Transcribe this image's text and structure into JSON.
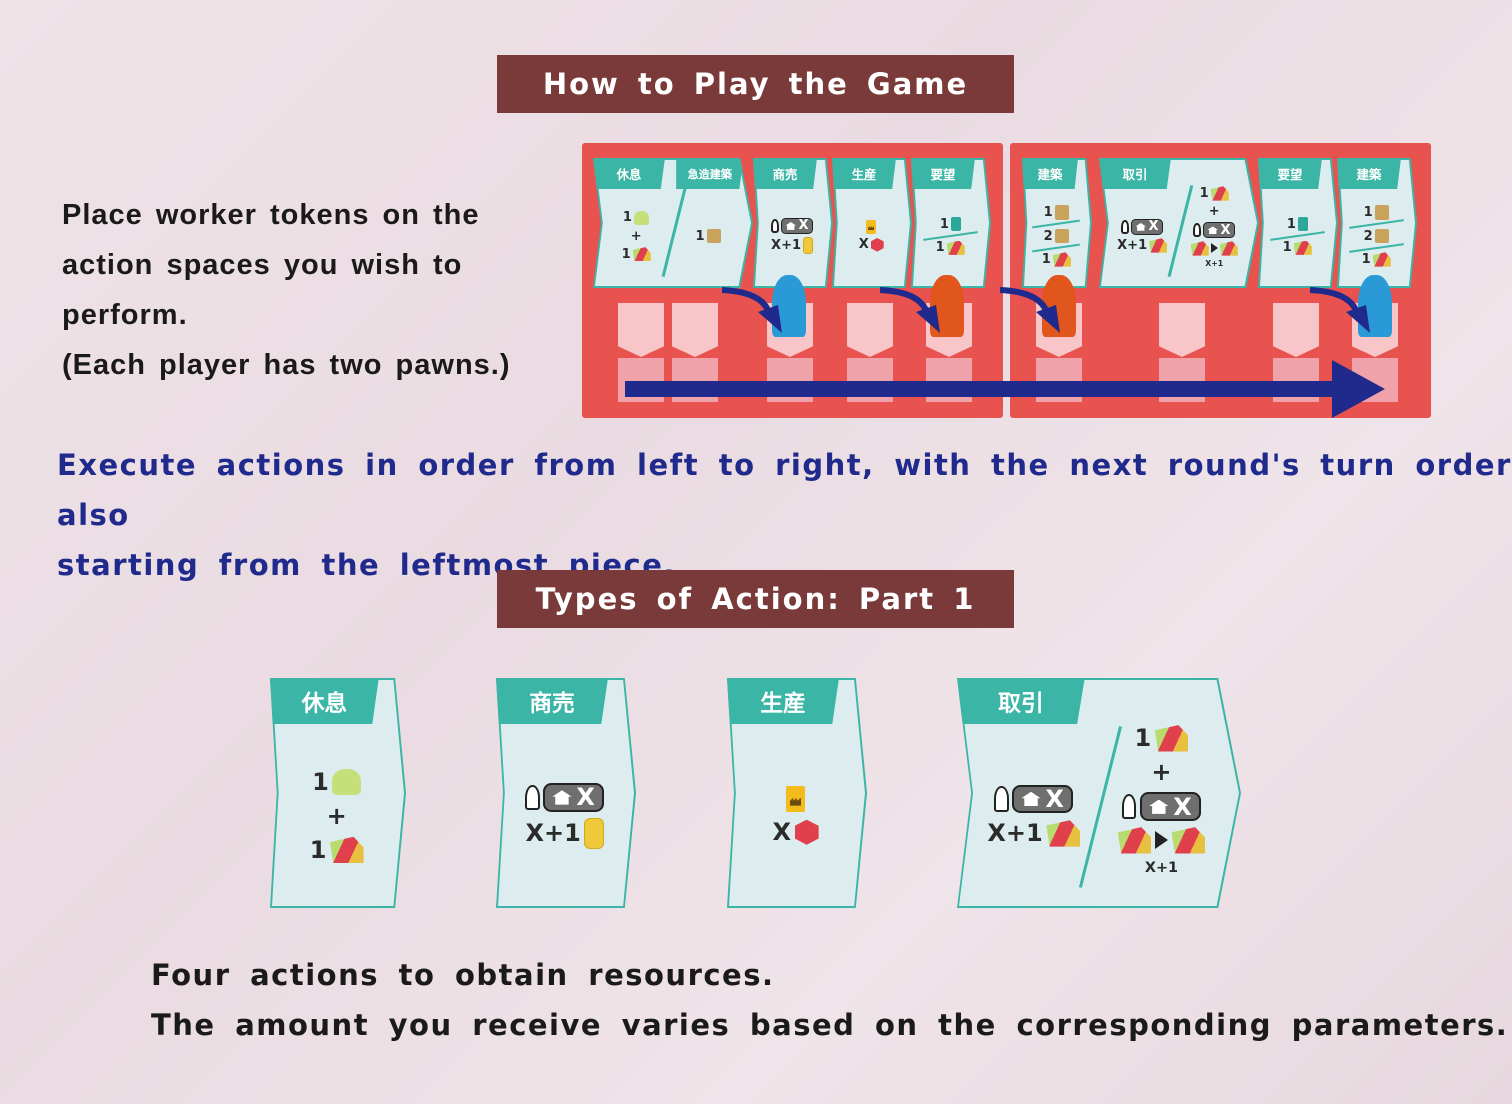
{
  "banners": {
    "how_to_play": "How to Play the Game",
    "types_part1": "Types of Action: Part 1"
  },
  "intro": {
    "lines": [
      "Place worker tokens on the",
      "action spaces you wish to",
      "perform.",
      "(Each player has two pawns.)"
    ]
  },
  "order": {
    "lines": [
      "Execute actions in order from left to right, with the next round's turn order also",
      "starting from the leftmost piece."
    ]
  },
  "footer": {
    "lines": [
      "Four actions to obtain resources.",
      "The amount you receive varies based on the corresponding parameters."
    ]
  },
  "colors": {
    "banner": "#7b3a3a",
    "board": "#e8524f",
    "teal": "#3bb5a5",
    "arrow": "#1f2a8c",
    "blue_pawn": "#2a9ad6",
    "orange_pawn": "#e0561c"
  },
  "board": {
    "cards": [
      {
        "title": "休息",
        "title2": "急造建築",
        "lines": [
          [
            {
              "t": "1"
            },
            {
              "i": "meeple"
            }
          ],
          [
            {
              "t": "+"
            }
          ],
          [
            {
              "t": "1"
            },
            {
              "i": "mixed"
            }
          ]
        ],
        "lines2": [
          [
            {
              "t": "1"
            },
            {
              "i": "wood"
            }
          ]
        ]
      },
      {
        "title": "商売",
        "lines": [
          [
            {
              "i": "pawn"
            },
            {
              "b": "X"
            }
          ],
          [
            {
              "t": "X+1"
            },
            {
              "i": "gold"
            }
          ]
        ]
      },
      {
        "title": "生産",
        "lines": [
          [
            {
              "i": "factory"
            }
          ],
          [
            {
              "t": "X"
            },
            {
              "i": "cube"
            }
          ]
        ]
      },
      {
        "title": "要望",
        "lines": [
          [
            {
              "t": "1"
            },
            {
              "i": "cardi"
            }
          ],
          [
            {
              "hr": 1
            }
          ],
          [
            {
              "t": "1"
            },
            {
              "i": "mixed"
            }
          ]
        ]
      },
      {
        "title": "建築",
        "lines": [
          [
            {
              "t": "1"
            },
            {
              "i": "wood"
            }
          ],
          [
            {
              "hr": 1
            }
          ],
          [
            {
              "t": "2"
            },
            {
              "i": "wood"
            }
          ],
          [
            {
              "hr": 1
            }
          ],
          [
            {
              "t": "1"
            },
            {
              "i": "mixed"
            }
          ]
        ]
      },
      {
        "title": "取引",
        "lines": [
          [
            {
              "i": "pawn"
            },
            {
              "b": "X"
            }
          ],
          [
            {
              "t": "X+1"
            },
            {
              "i": "mixed"
            }
          ]
        ],
        "lines2": [
          [
            {
              "t": "1"
            },
            {
              "i": "mixed"
            }
          ],
          [
            {
              "t": "+"
            }
          ],
          [
            {
              "i": "pawn"
            },
            {
              "b": "X"
            }
          ],
          [
            {
              "i": "mixedbox"
            },
            {
              "i": "tri"
            },
            {
              "i": "mixed"
            }
          ],
          [
            {
              "s": "X+1"
            }
          ]
        ]
      },
      {
        "title": "要望",
        "lines": [
          [
            {
              "t": "1"
            },
            {
              "i": "cardi"
            }
          ],
          [
            {
              "hr": 1
            }
          ],
          [
            {
              "t": "1"
            },
            {
              "i": "mixed"
            }
          ]
        ]
      },
      {
        "title": "建築",
        "lines": [
          [
            {
              "t": "1"
            },
            {
              "i": "wood"
            }
          ],
          [
            {
              "hr": 1
            }
          ],
          [
            {
              "t": "2"
            },
            {
              "i": "wood"
            }
          ],
          [
            {
              "hr": 1
            }
          ],
          [
            {
              "t": "1"
            },
            {
              "i": "mixed"
            }
          ]
        ]
      }
    ]
  },
  "action_cards": [
    {
      "title": "休息",
      "lines": [
        [
          {
            "t": "1"
          },
          {
            "i": "meeple"
          }
        ],
        [
          {
            "t": "+"
          }
        ],
        [
          {
            "t": "1"
          },
          {
            "i": "mixed"
          }
        ]
      ]
    },
    {
      "title": "商売",
      "lines": [
        [
          {
            "i": "pawn"
          },
          {
            "b": "X"
          }
        ],
        [
          {
            "t": "X+1"
          },
          {
            "i": "gold"
          }
        ]
      ]
    },
    {
      "title": "生産",
      "lines": [
        [
          {
            "i": "factory"
          }
        ],
        [
          {
            "t": "X"
          },
          {
            "i": "cube"
          }
        ]
      ]
    },
    {
      "title": "取引",
      "lines": [
        [
          {
            "i": "pawn"
          },
          {
            "b": "X"
          }
        ],
        [
          {
            "t": "X+1"
          },
          {
            "i": "mixed"
          }
        ]
      ],
      "lines2": [
        [
          {
            "t": "1"
          },
          {
            "i": "mixed"
          }
        ],
        [
          {
            "t": "+"
          }
        ],
        [
          {
            "i": "pawn"
          },
          {
            "b": "X"
          }
        ],
        [
          {
            "i": "mixedbox"
          },
          {
            "i": "tri"
          },
          {
            "i": "mixed"
          }
        ],
        [
          {
            "s": "X+1"
          }
        ]
      ]
    }
  ]
}
